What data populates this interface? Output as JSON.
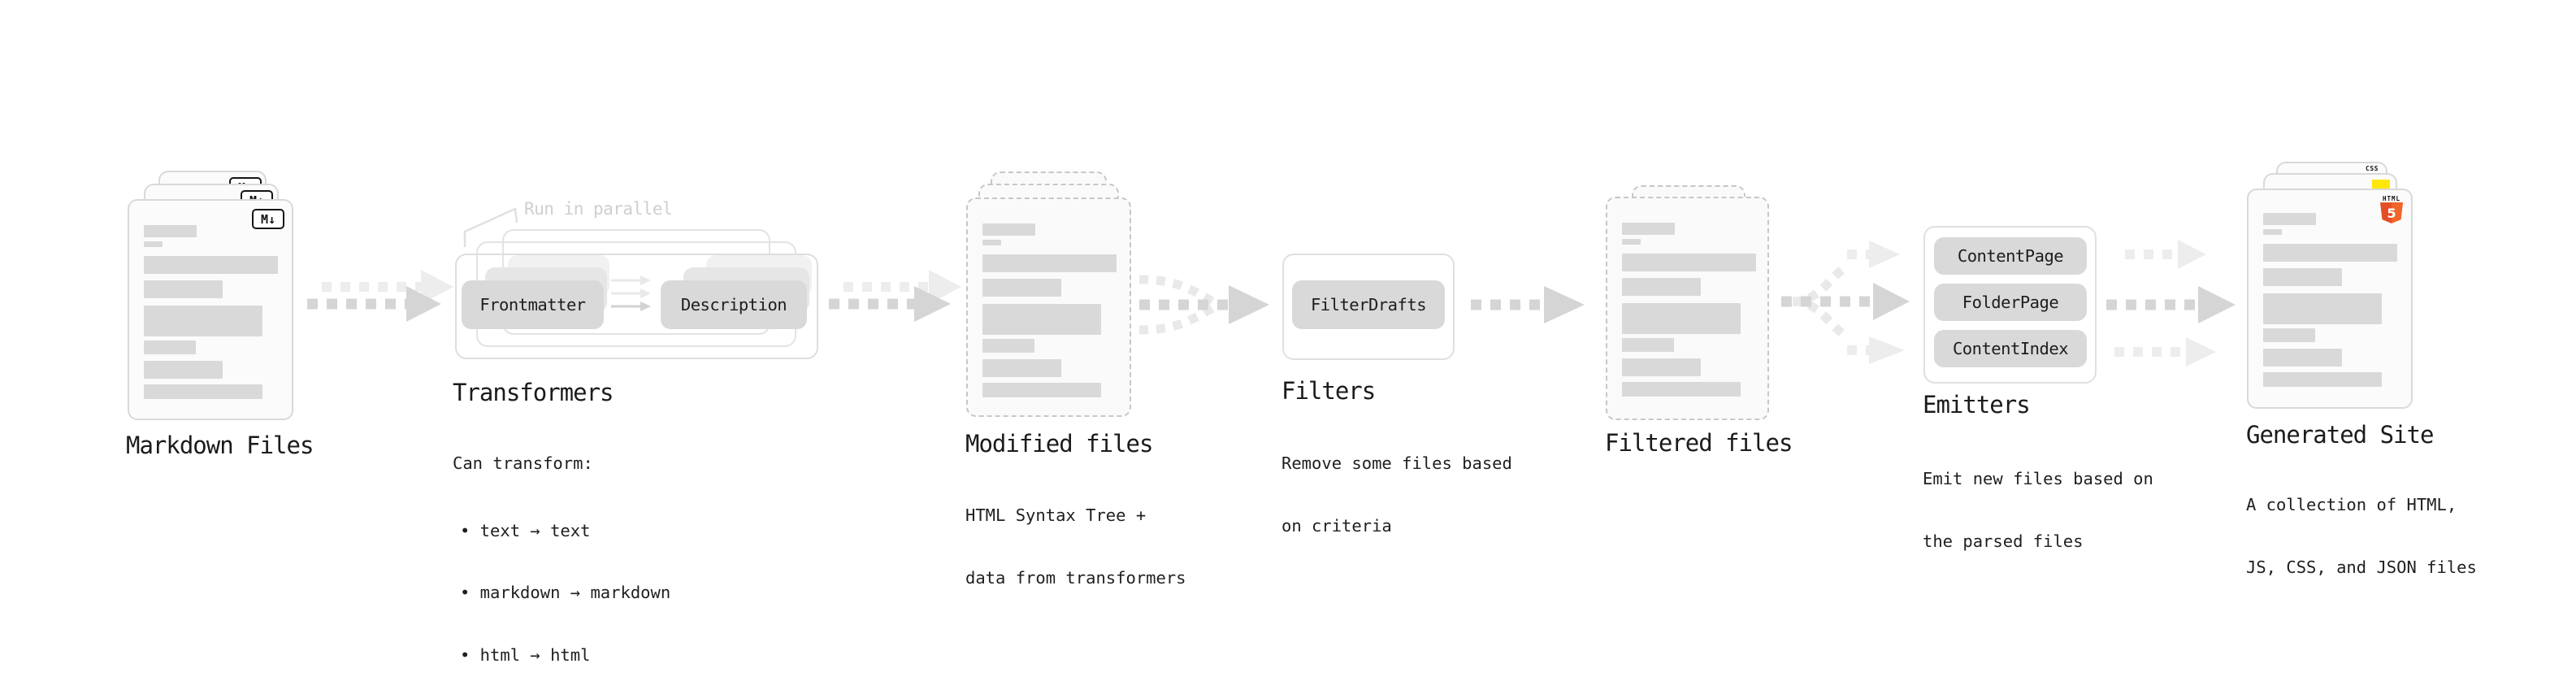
{
  "stages": {
    "markdown": {
      "title": "Markdown Files"
    },
    "transformers": {
      "title": "Transformers",
      "annotation": "Run in parallel",
      "pill_frontmatter": "Frontmatter",
      "pill_description": "Description",
      "desc_heading": "Can transform:",
      "bullets": [
        "• text → text",
        "• markdown → markdown",
        "• html → html"
      ]
    },
    "modified": {
      "title": "Modified files",
      "desc": [
        "HTML Syntax Tree +",
        "data from transformers"
      ]
    },
    "filters": {
      "title": "Filters",
      "pill": "FilterDrafts",
      "desc": [
        "Remove some files based",
        "on criteria"
      ]
    },
    "filtered": {
      "title": "Filtered files"
    },
    "emitters": {
      "title": "Emitters",
      "pills": [
        "ContentPage",
        "FolderPage",
        "ContentIndex"
      ],
      "desc": [
        "Emit new files based on",
        "the parsed files"
      ]
    },
    "generated": {
      "title": "Generated Site",
      "desc": [
        "A collection of HTML,",
        "JS, CSS, and JSON files"
      ]
    }
  },
  "icons": {
    "markdown_badge": "M↓",
    "css_label": "CSS",
    "html_label": "HTML",
    "html_number": "5"
  },
  "colors": {
    "css_accent": "#2962f1",
    "js_accent": "#ffe70a",
    "html_shield_left": "#e44d26",
    "html_shield_right": "#f16529",
    "arrow_dark": "#d5d5d5",
    "arrow_light": "#ededed",
    "placeholder_bar": "#d9d9d9"
  }
}
